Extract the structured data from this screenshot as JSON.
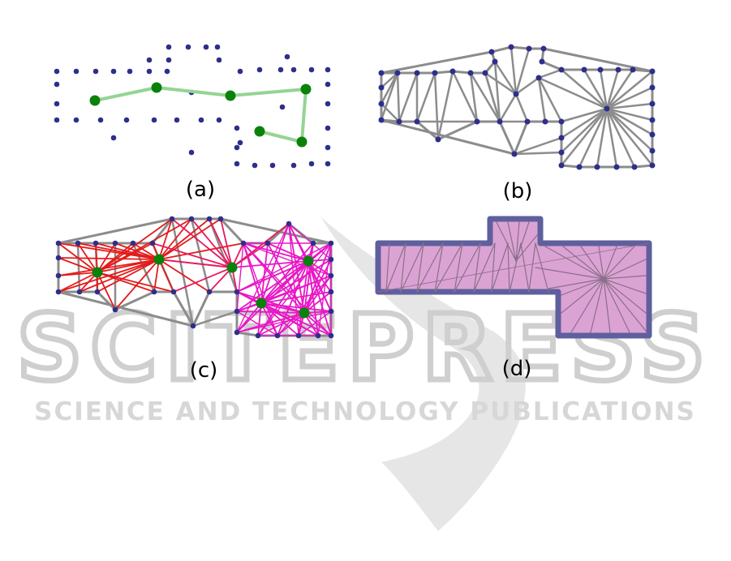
{
  "figure": {
    "panel_labels": [
      "(a)",
      "(b)",
      "(c)",
      "(d)"
    ]
  },
  "watermark": {
    "title": "SCITEPRESS",
    "subtitle": "SCIENCE AND TECHNOLOGY PUBLICATIONS"
  },
  "colors": {
    "point": "#2e2e8c",
    "node": "#0a820a",
    "path": "#94d494",
    "mesh": "#8c8c8c",
    "red_edges": "#e51a1a",
    "pink_edges": "#e817c6",
    "polygon_fill": "#dba3d3",
    "polygon_border": "#5f5f9e"
  }
}
